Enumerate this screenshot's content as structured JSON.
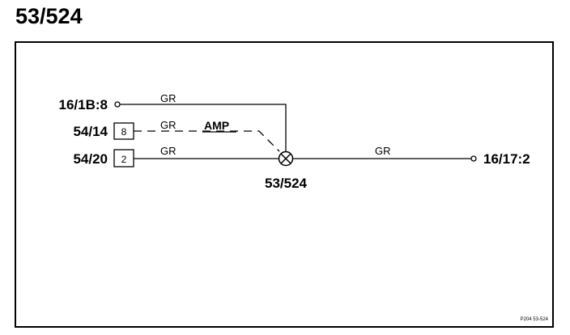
{
  "title": "53/524",
  "diagram": {
    "connectors": {
      "top_left": "16/1B:8",
      "mid_left": "54/14",
      "bottom_left": "54/20",
      "right": "16/17:2"
    },
    "pins": {
      "mid_left": "8",
      "bottom_left": "2"
    },
    "wires": {
      "top": "GR",
      "mid": "GR",
      "bottom": "GR",
      "right": "GR"
    },
    "amp_label": "AMP",
    "component_label": "53/524",
    "component_icon": "lamp-icon",
    "footer_ref": "P204 53-524"
  }
}
